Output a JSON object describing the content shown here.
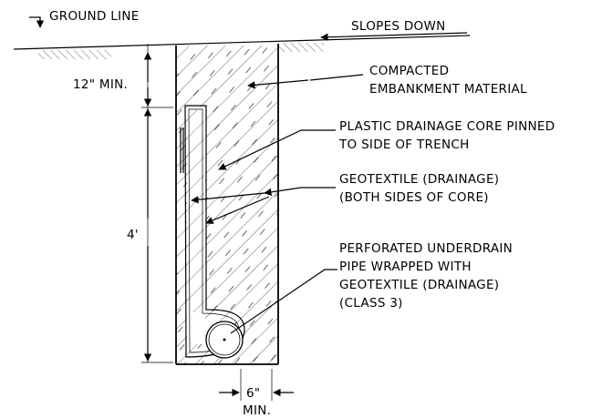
{
  "labels": {
    "ground_line": "GROUND LINE",
    "slopes_down": "SLOPES DOWN",
    "compacted_1": "COMPACTED",
    "compacted_2": "EMBANKMENT MATERIAL",
    "core_1": "PLASTIC DRAINAGE CORE PINNED",
    "core_2": "TO SIDE OF TRENCH",
    "geo_1": "GEOTEXTILE (DRAINAGE)",
    "geo_2": "(BOTH SIDES OF CORE)",
    "pipe_1": "PERFORATED UNDERDRAIN",
    "pipe_2": "PIPE WRAPPED WITH",
    "pipe_3": "GEOTEXTILE (DRAINAGE)",
    "pipe_4": "(CLASS 3)"
  },
  "dimensions": {
    "cover": "12\" MIN.",
    "depth": "4'",
    "width_value": "6\"",
    "width_min": "MIN."
  }
}
